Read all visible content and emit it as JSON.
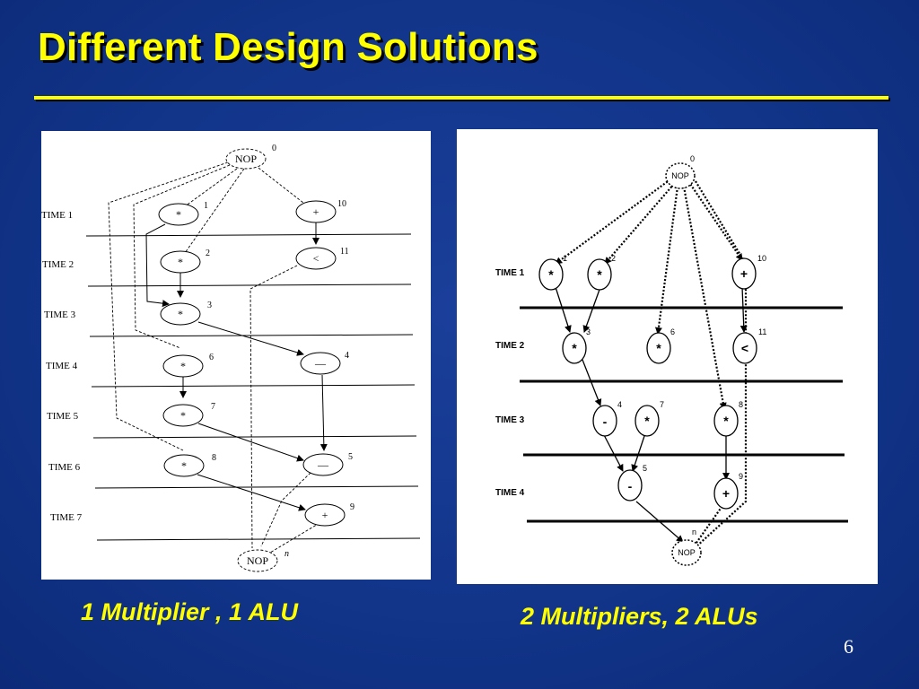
{
  "slide": {
    "title": "Different Design Solutions",
    "page_number": "6"
  },
  "left_panel": {
    "caption": "1 Multiplier , 1 ALU",
    "time_labels": [
      "TIME 1",
      "TIME 2",
      "TIME 3",
      "TIME 4",
      "TIME 5",
      "TIME 6",
      "TIME 7"
    ],
    "nodes": [
      {
        "id": "0",
        "op": "NOP"
      },
      {
        "id": "1",
        "op": "*"
      },
      {
        "id": "2",
        "op": "*"
      },
      {
        "id": "3",
        "op": "*"
      },
      {
        "id": "6",
        "op": "*"
      },
      {
        "id": "7",
        "op": "*"
      },
      {
        "id": "8",
        "op": "*"
      },
      {
        "id": "10",
        "op": "+"
      },
      {
        "id": "11",
        "op": "<"
      },
      {
        "id": "4",
        "op": "—"
      },
      {
        "id": "5",
        "op": "—"
      },
      {
        "id": "9",
        "op": "+"
      },
      {
        "id": "n",
        "op": "NOP"
      }
    ]
  },
  "right_panel": {
    "caption": "2 Multipliers, 2 ALUs",
    "time_labels": [
      "TIME 1",
      "TIME 2",
      "TIME 3",
      "TIME 4"
    ],
    "nodes": [
      {
        "id": "0",
        "op": "NOP"
      },
      {
        "id": "1",
        "op": "*"
      },
      {
        "id": "2",
        "op": "*"
      },
      {
        "id": "10",
        "op": "+"
      },
      {
        "id": "3",
        "op": "*"
      },
      {
        "id": "6",
        "op": "*"
      },
      {
        "id": "11",
        "op": "<"
      },
      {
        "id": "4",
        "op": "-"
      },
      {
        "id": "7",
        "op": "*"
      },
      {
        "id": "8",
        "op": "*"
      },
      {
        "id": "5",
        "op": "-"
      },
      {
        "id": "9",
        "op": "+"
      },
      {
        "id": "n",
        "op": "NOP"
      }
    ]
  }
}
